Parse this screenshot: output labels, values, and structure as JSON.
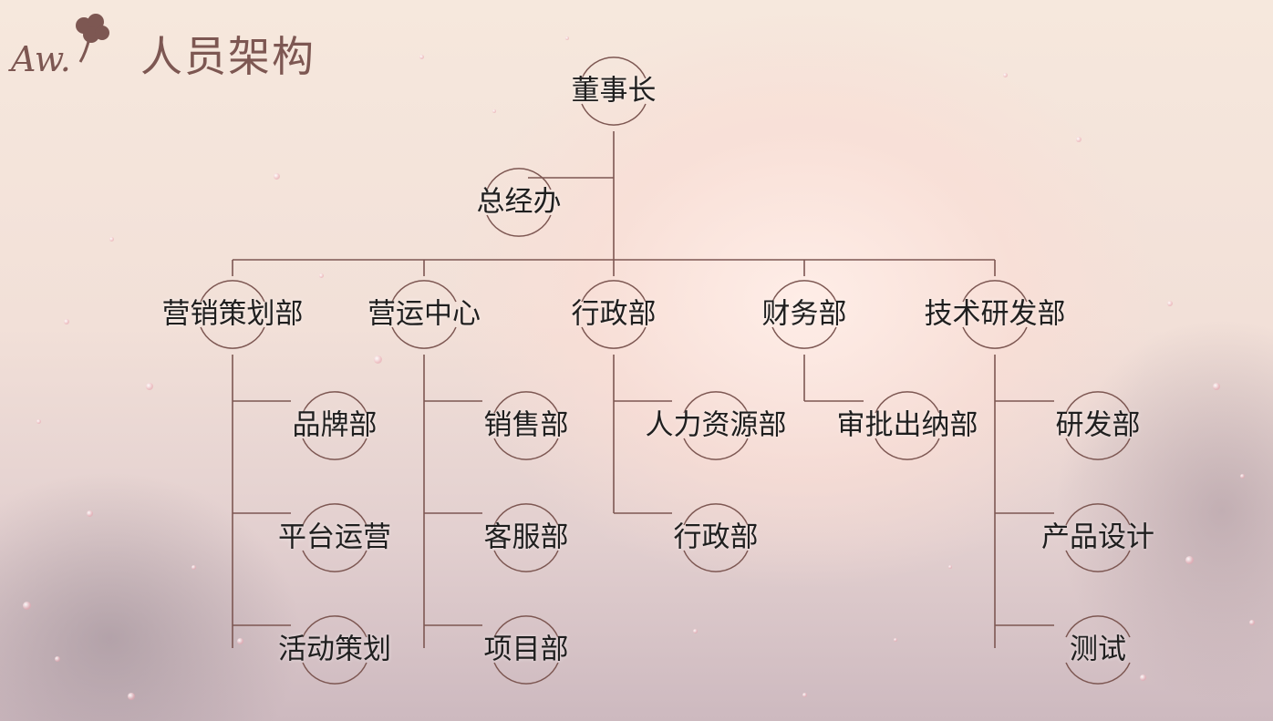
{
  "header": {
    "logo_text": "Aw.",
    "title": "人员架构"
  },
  "colors": {
    "line": "#7d5752",
    "title": "#7d5752",
    "text": "#1f1f1f"
  },
  "org": {
    "root": "董事长",
    "office": "总经办",
    "departments": [
      {
        "name": "营销策划部",
        "children": [
          "品牌部",
          "平台运营",
          "活动策划"
        ]
      },
      {
        "name": "营运中心",
        "children": [
          "销售部",
          "客服部",
          "项目部"
        ]
      },
      {
        "name": "行政部",
        "children": [
          "人力资源部",
          "行政部"
        ]
      },
      {
        "name": "财务部",
        "children": [
          "审批出纳部"
        ]
      },
      {
        "name": "技术研发部",
        "children": [
          "研发部",
          "产品设计",
          "测试"
        ]
      }
    ]
  }
}
